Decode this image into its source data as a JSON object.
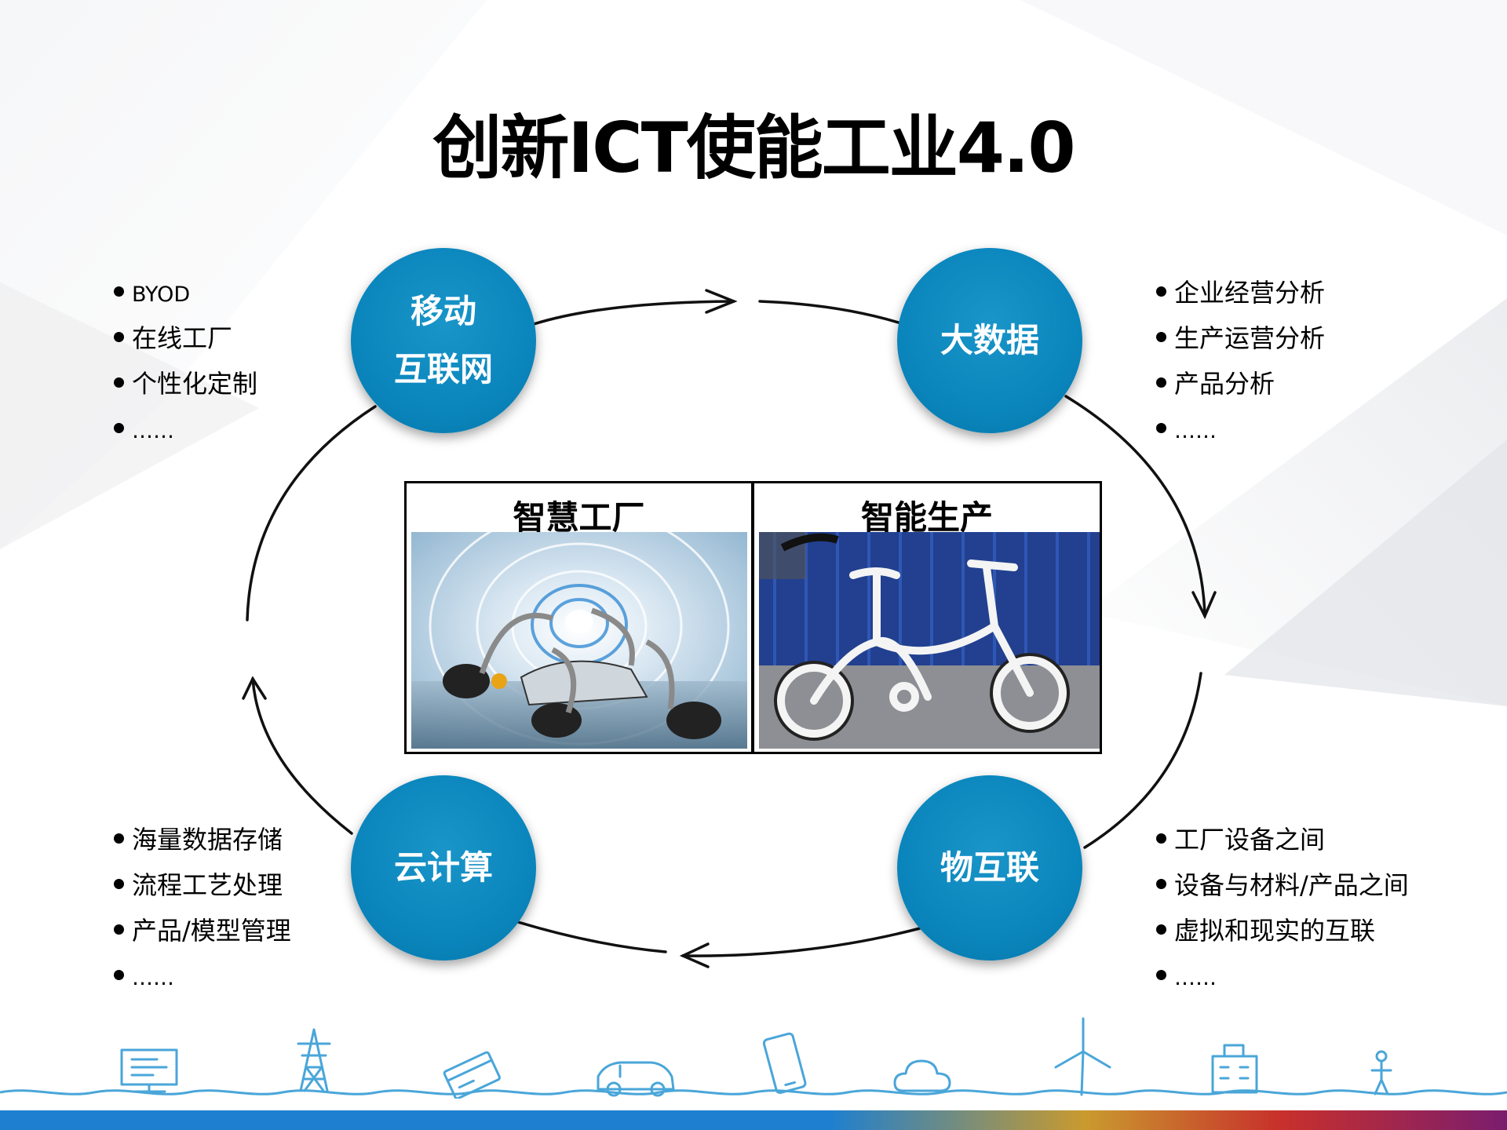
{
  "slide": {
    "title": "创新ICT使能工业4.0",
    "nodes": [
      {
        "id": "mobile-internet",
        "lines": [
          "移动",
          "互联网"
        ]
      },
      {
        "id": "big-data",
        "lines": [
          "大数据"
        ]
      },
      {
        "id": "cloud-computing",
        "lines": [
          "云计算"
        ]
      },
      {
        "id": "iot",
        "lines": [
          "物互联"
        ]
      }
    ],
    "bullet_lists": {
      "mobile": [
        "BYOD",
        "在线工厂",
        "个性化定制",
        "……"
      ],
      "bigdata": [
        "企业经营分析",
        "生产运营分析",
        "产品分析",
        "……"
      ],
      "cloud": [
        "海量数据存储",
        "流程工艺处理",
        "产品/模型管理",
        "……"
      ],
      "iot": [
        "工厂设备之间",
        "设备与材料/产品之间",
        "虚拟和现实的互联",
        "……"
      ]
    },
    "panels": {
      "left_title": "智慧工厂",
      "right_title": "智能生产"
    },
    "colors": {
      "node_blue": "#0a86bd",
      "footer_blue": "#1e7fd0",
      "footer_gold": "#c99a2e",
      "footer_red": "#c8302b",
      "icon_blue": "#4aa6d9"
    },
    "footer_icons": [
      "computer-icon",
      "power-tower-icon",
      "card-icon",
      "car-icon",
      "phone-icon",
      "cloud-icon",
      "wind-turbine-icon",
      "building-icon",
      "person-icon"
    ]
  }
}
